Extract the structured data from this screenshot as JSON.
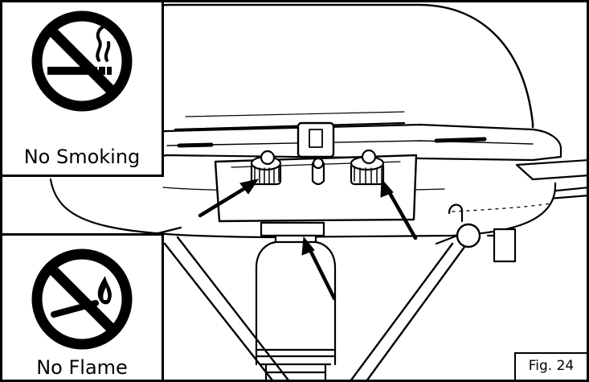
{
  "figure": {
    "label": "Fig. 24",
    "panels": [
      {
        "caption": "No Smoking",
        "icon": "no-smoking-icon"
      },
      {
        "caption": "No Flame",
        "icon": "no-flame-icon"
      }
    ]
  },
  "colors": {
    "line": "#000000",
    "background": "#ffffff",
    "fill": "#ffffff"
  }
}
